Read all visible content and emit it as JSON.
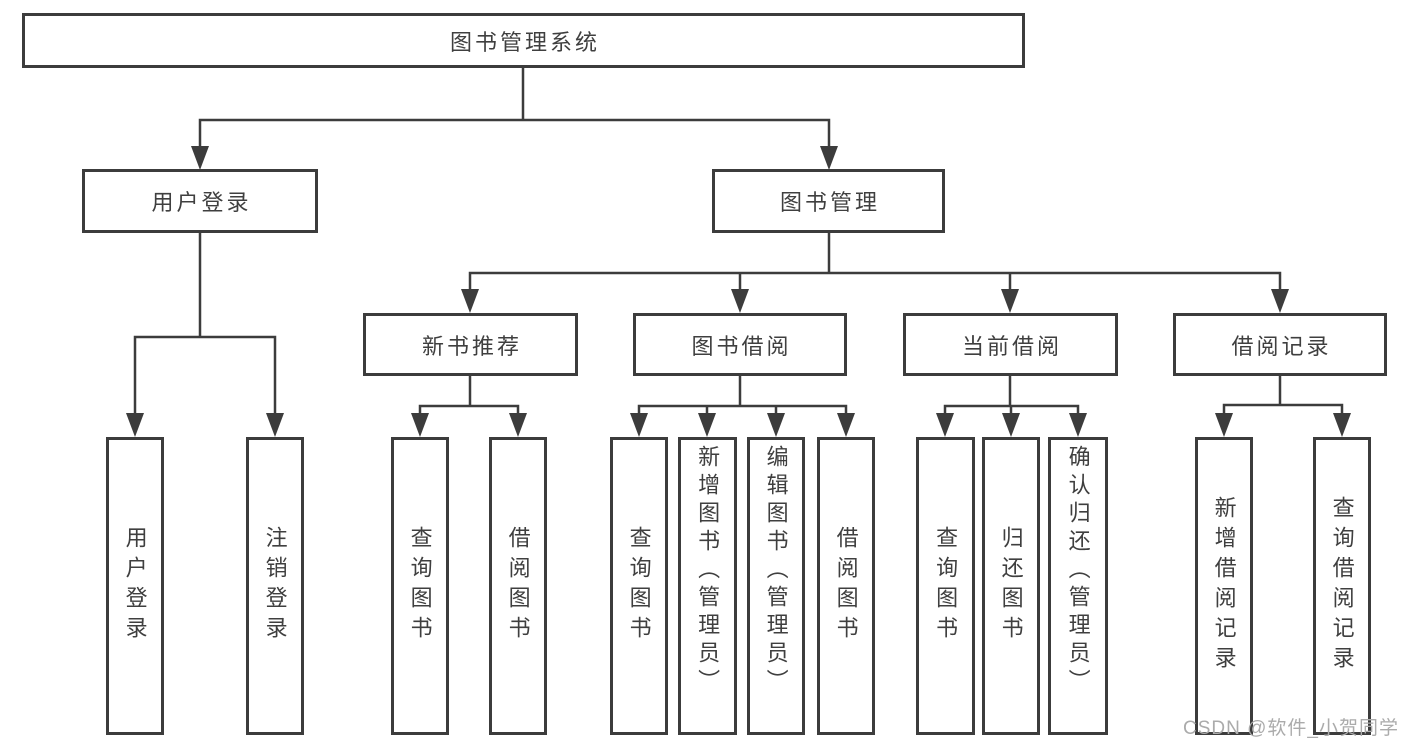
{
  "page": {
    "background": "#ffffff"
  },
  "colors": {
    "line": "#3c3c3c",
    "box_border": "#3c3c3c",
    "box_background": "#ffffff",
    "text": "#3f3f3f",
    "watermark": "#ababab"
  },
  "watermark": {
    "text": "CSDN @软件_小贺同学"
  },
  "tree": {
    "root": {
      "label": "图书管理系统"
    },
    "level2": [
      {
        "label": "用户登录",
        "parent": "图书管理系统"
      },
      {
        "label": "图书管理",
        "parent": "图书管理系统"
      }
    ],
    "level3": [
      {
        "label": "新书推荐",
        "parent": "图书管理"
      },
      {
        "label": "图书借阅",
        "parent": "图书管理"
      },
      {
        "label": "当前借阅",
        "parent": "图书管理"
      },
      {
        "label": "借阅记录",
        "parent": "图书管理"
      }
    ],
    "leaves": [
      {
        "label": "用户登录",
        "parent": "用户登录"
      },
      {
        "label": "注销登录",
        "parent": "用户登录"
      },
      {
        "label": "查询图书",
        "parent": "新书推荐"
      },
      {
        "label": "借阅图书",
        "parent": "新书推荐"
      },
      {
        "label": "查询图书",
        "parent": "图书借阅"
      },
      {
        "label": "新增图书（管理员）",
        "parent": "图书借阅"
      },
      {
        "label": "编辑图书（管理员）",
        "parent": "图书借阅"
      },
      {
        "label": "借阅图书",
        "parent": "图书借阅"
      },
      {
        "label": "查询图书",
        "parent": "当前借阅"
      },
      {
        "label": "归还图书",
        "parent": "当前借阅"
      },
      {
        "label": "确认归还（管理员）",
        "parent": "当前借阅"
      },
      {
        "label": "新增借阅记录",
        "parent": "借阅记录"
      },
      {
        "label": "查询借阅记录",
        "parent": "借阅记录"
      }
    ]
  }
}
